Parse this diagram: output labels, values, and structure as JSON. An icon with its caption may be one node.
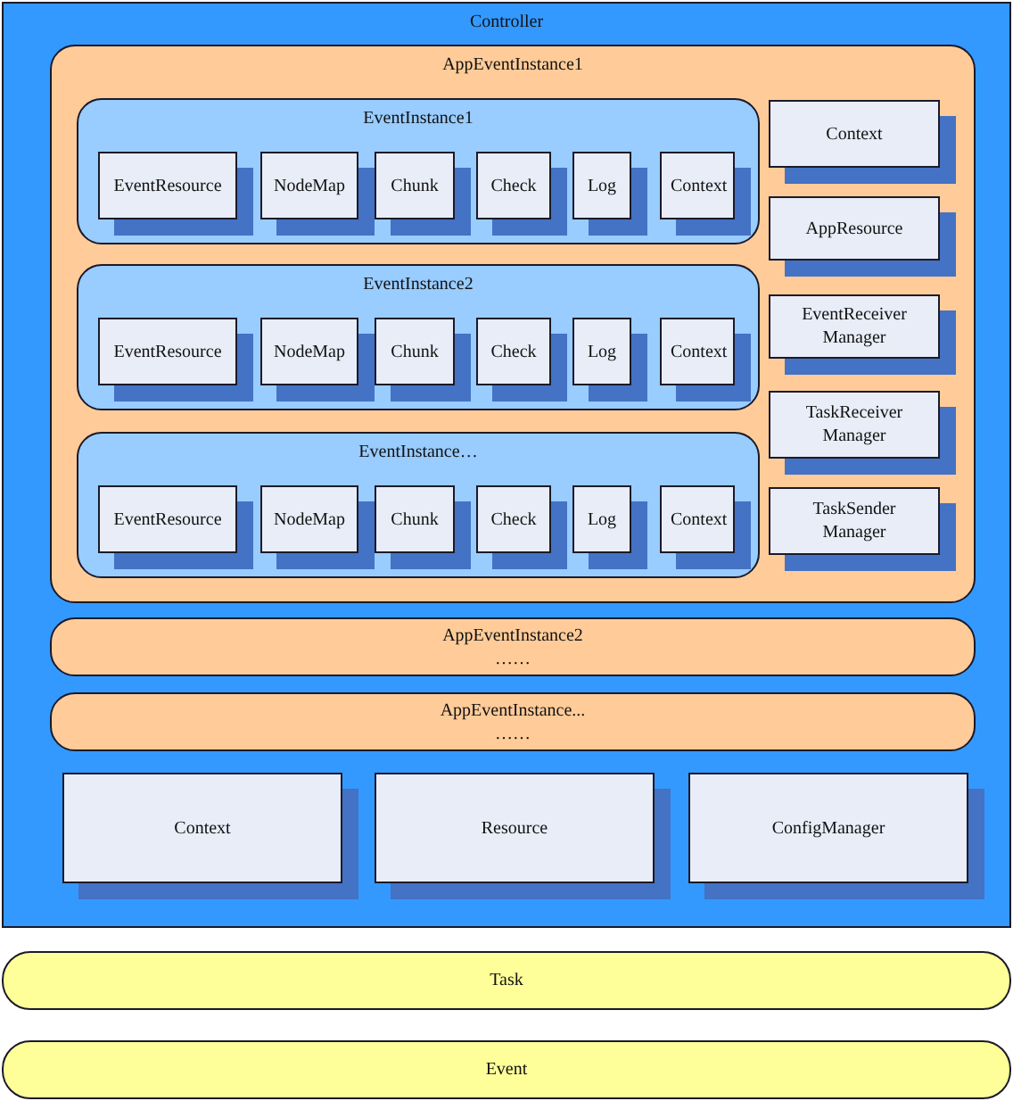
{
  "diagram": {
    "nodes": [
      {
        "text": [
          "Controller"
        ]
      },
      {
        "text": [
          "AppEventInstance1"
        ],
        "in": 0
      },
      {
        "text": [
          "EventInstance1"
        ],
        "in": 1
      },
      {
        "text": [
          "EventResource"
        ],
        "in": 2
      },
      {
        "text": [
          "NodeMap"
        ],
        "in": 2
      },
      {
        "text": [
          "Chunk"
        ],
        "in": 2
      },
      {
        "text": [
          "Check"
        ],
        "in": 2
      },
      {
        "text": [
          "Log"
        ],
        "in": 2
      },
      {
        "text": [
          "Context"
        ],
        "in": 2
      },
      {
        "text": [
          "EventInstance2"
        ],
        "in": 1
      },
      {
        "text": [
          "EventResource"
        ],
        "in": 9
      },
      {
        "text": [
          "NodeMap"
        ],
        "in": 9
      },
      {
        "text": [
          "Chunk"
        ],
        "in": 9
      },
      {
        "text": [
          "Check"
        ],
        "in": 9
      },
      {
        "text": [
          "Log"
        ],
        "in": 9
      },
      {
        "text": [
          "Context"
        ],
        "in": 9
      },
      {
        "text": [
          "EventInstance…"
        ],
        "in": 1
      },
      {
        "text": [
          "EventResource"
        ],
        "in": 16
      },
      {
        "text": [
          "NodeMap"
        ],
        "in": 16
      },
      {
        "text": [
          "Chunk"
        ],
        "in": 16
      },
      {
        "text": [
          "Check"
        ],
        "in": 16
      },
      {
        "text": [
          "Log"
        ],
        "in": 16
      },
      {
        "text": [
          "Context"
        ],
        "in": 16
      },
      {
        "text": [
          "Context"
        ],
        "in": 1
      },
      {
        "text": [
          "AppResource"
        ],
        "in": 1
      },
      {
        "text": [
          "EventReceiver Manager"
        ],
        "in": 1
      },
      {
        "text": [
          "TaskReceiver Manager"
        ],
        "in": 1
      },
      {
        "text": [
          "TaskSender Manager"
        ],
        "in": 1
      },
      {
        "text": [
          "AppEventInstance2",
          "……"
        ],
        "in": 0
      },
      {
        "text": [
          "AppEventInstance...",
          "……"
        ],
        "in": 0
      },
      {
        "text": [
          "Context"
        ],
        "in": 0
      },
      {
        "text": [
          "Resource"
        ],
        "in": 0
      },
      {
        "text": [
          "ConfigManager"
        ],
        "in": 0
      },
      {
        "text": [
          "Task"
        ]
      },
      {
        "text": [
          "Event"
        ]
      }
    ],
    "edges": []
  }
}
